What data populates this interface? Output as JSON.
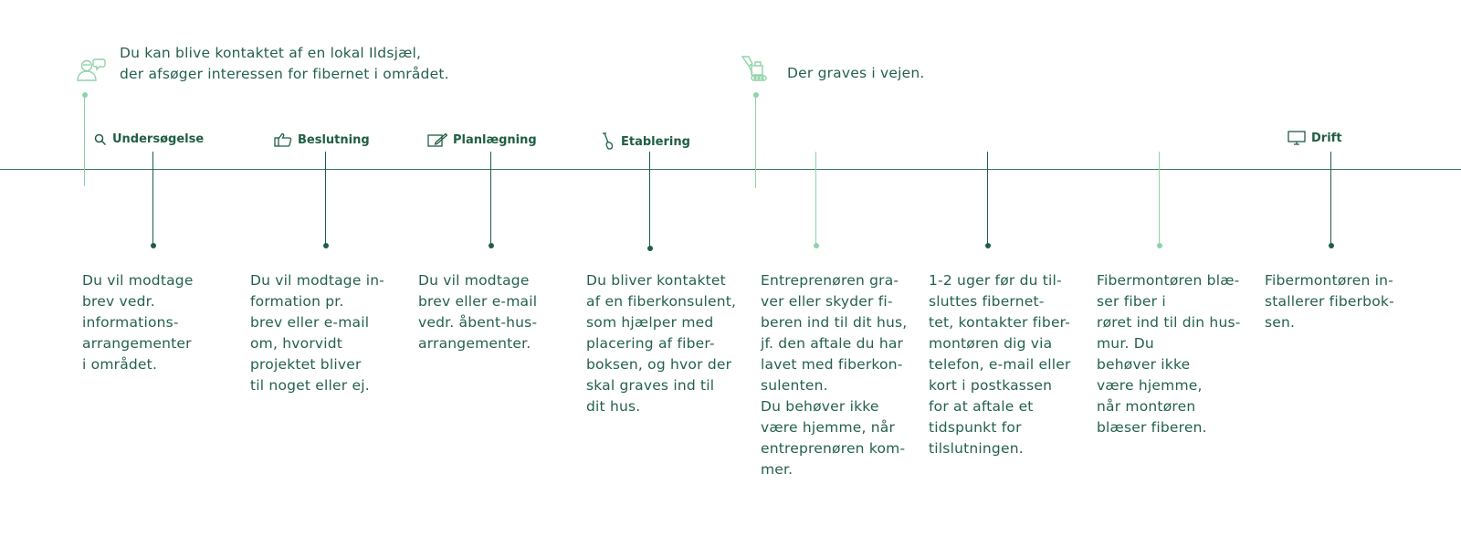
{
  "colors": {
    "dark_green": "#1f5e44",
    "light_green": "#8fd3a8",
    "axis": "#3c7a5f"
  },
  "top_notes": [
    {
      "icon": "person-speech-icon",
      "lines": [
        "Du kan blive kontaktet af en lokal Ildsjæl,",
        "der afsøger interessen for fibernet i området."
      ]
    },
    {
      "icon": "excavator-icon",
      "lines": [
        "Der graves i vejen."
      ]
    }
  ],
  "phases": [
    {
      "icon": "search-icon",
      "label": "Undersøgelse"
    },
    {
      "icon": "thumbs-up-icon",
      "label": "Beslutning"
    },
    {
      "icon": "pencil-note-icon",
      "label": "Planlægning"
    },
    {
      "icon": "shovel-icon",
      "label": "Etablering"
    },
    {
      "icon": "monitor-icon",
      "label": "Drift"
    }
  ],
  "descriptions": [
    {
      "lines": [
        "Du vil modtage",
        "brev vedr.",
        "informations-",
        "arrangementer",
        "i området."
      ]
    },
    {
      "lines": [
        "Du vil modtage in-",
        "formation pr.",
        "brev eller e-mail",
        "om, hvorvidt",
        "projektet bliver",
        "til noget eller ej."
      ]
    },
    {
      "lines": [
        "Du vil modtage",
        "brev eller e-mail",
        "vedr. åbent-hus-",
        "arrangementer."
      ]
    },
    {
      "lines": [
        "Du bliver kontaktet",
        "af en fiberkonsulent,",
        "som hjælper med",
        "placering af fiber-",
        "boksen, og hvor der",
        "skal graves ind til",
        "dit hus."
      ]
    },
    {
      "lines": [
        "Entreprenøren gra-",
        "ver eller skyder fi-",
        "beren ind til dit hus,",
        "jf. den aftale du har",
        "lavet med fiberkon-",
        "sulenten.",
        "Du behøver ikke",
        "være hjemme, når",
        "entreprenøren kom-",
        "mer."
      ]
    },
    {
      "lines": [
        "1-2 uger før du til-",
        "sluttes fibernet-",
        "tet, kontakter fiber-",
        "montøren dig via",
        "telefon, e-mail eller",
        "kort i postkassen",
        "for at aftale et",
        "tidspunkt for",
        "tilslutningen."
      ]
    },
    {
      "lines": [
        "Fibermontøren blæ-",
        "ser fiber i",
        "røret ind til din hus-",
        "mur. Du",
        "behøver ikke",
        "være hjemme,",
        "når montøren",
        "blæser fiberen."
      ]
    },
    {
      "lines": [
        "Fibermontøren in-",
        "stallerer fiberbok-",
        "sen."
      ]
    }
  ]
}
